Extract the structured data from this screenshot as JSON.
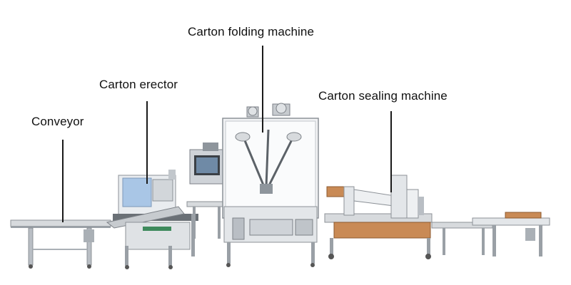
{
  "labels": {
    "conveyor": "Conveyor",
    "carton_erector": "Carton erector",
    "carton_folding_machine": "Carton folding machine",
    "carton_sealing_machine": "Carton sealing machine"
  },
  "colors": {
    "background": "#ffffff",
    "text": "#111111",
    "leader_line": "#1a1a1a",
    "machine_frame": "#cfd3d8",
    "machine_dark": "#5c6268",
    "cardboard": "#c98a55",
    "panel_blue": "#a9c6e6"
  }
}
